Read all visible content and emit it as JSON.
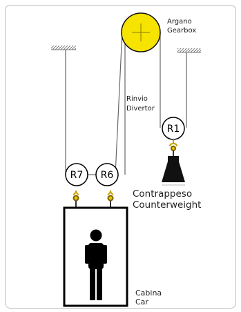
{
  "gearbox": {
    "line1": "Argano",
    "line2": "Gearbox",
    "color": "#f6e300"
  },
  "divertor": {
    "line1": "Rinvio",
    "line2": "Divertor"
  },
  "pulleys": {
    "r1": "R1",
    "r6": "R6",
    "r7": "R7"
  },
  "counterweight": {
    "line1": "Contrappeso",
    "line2": "Counterweight",
    "color": "#111111"
  },
  "car": {
    "line1": "Cabina",
    "line2": "Car"
  },
  "colors": {
    "rope": "#666666",
    "hook": "#c9a200",
    "stroke": "#000000"
  }
}
